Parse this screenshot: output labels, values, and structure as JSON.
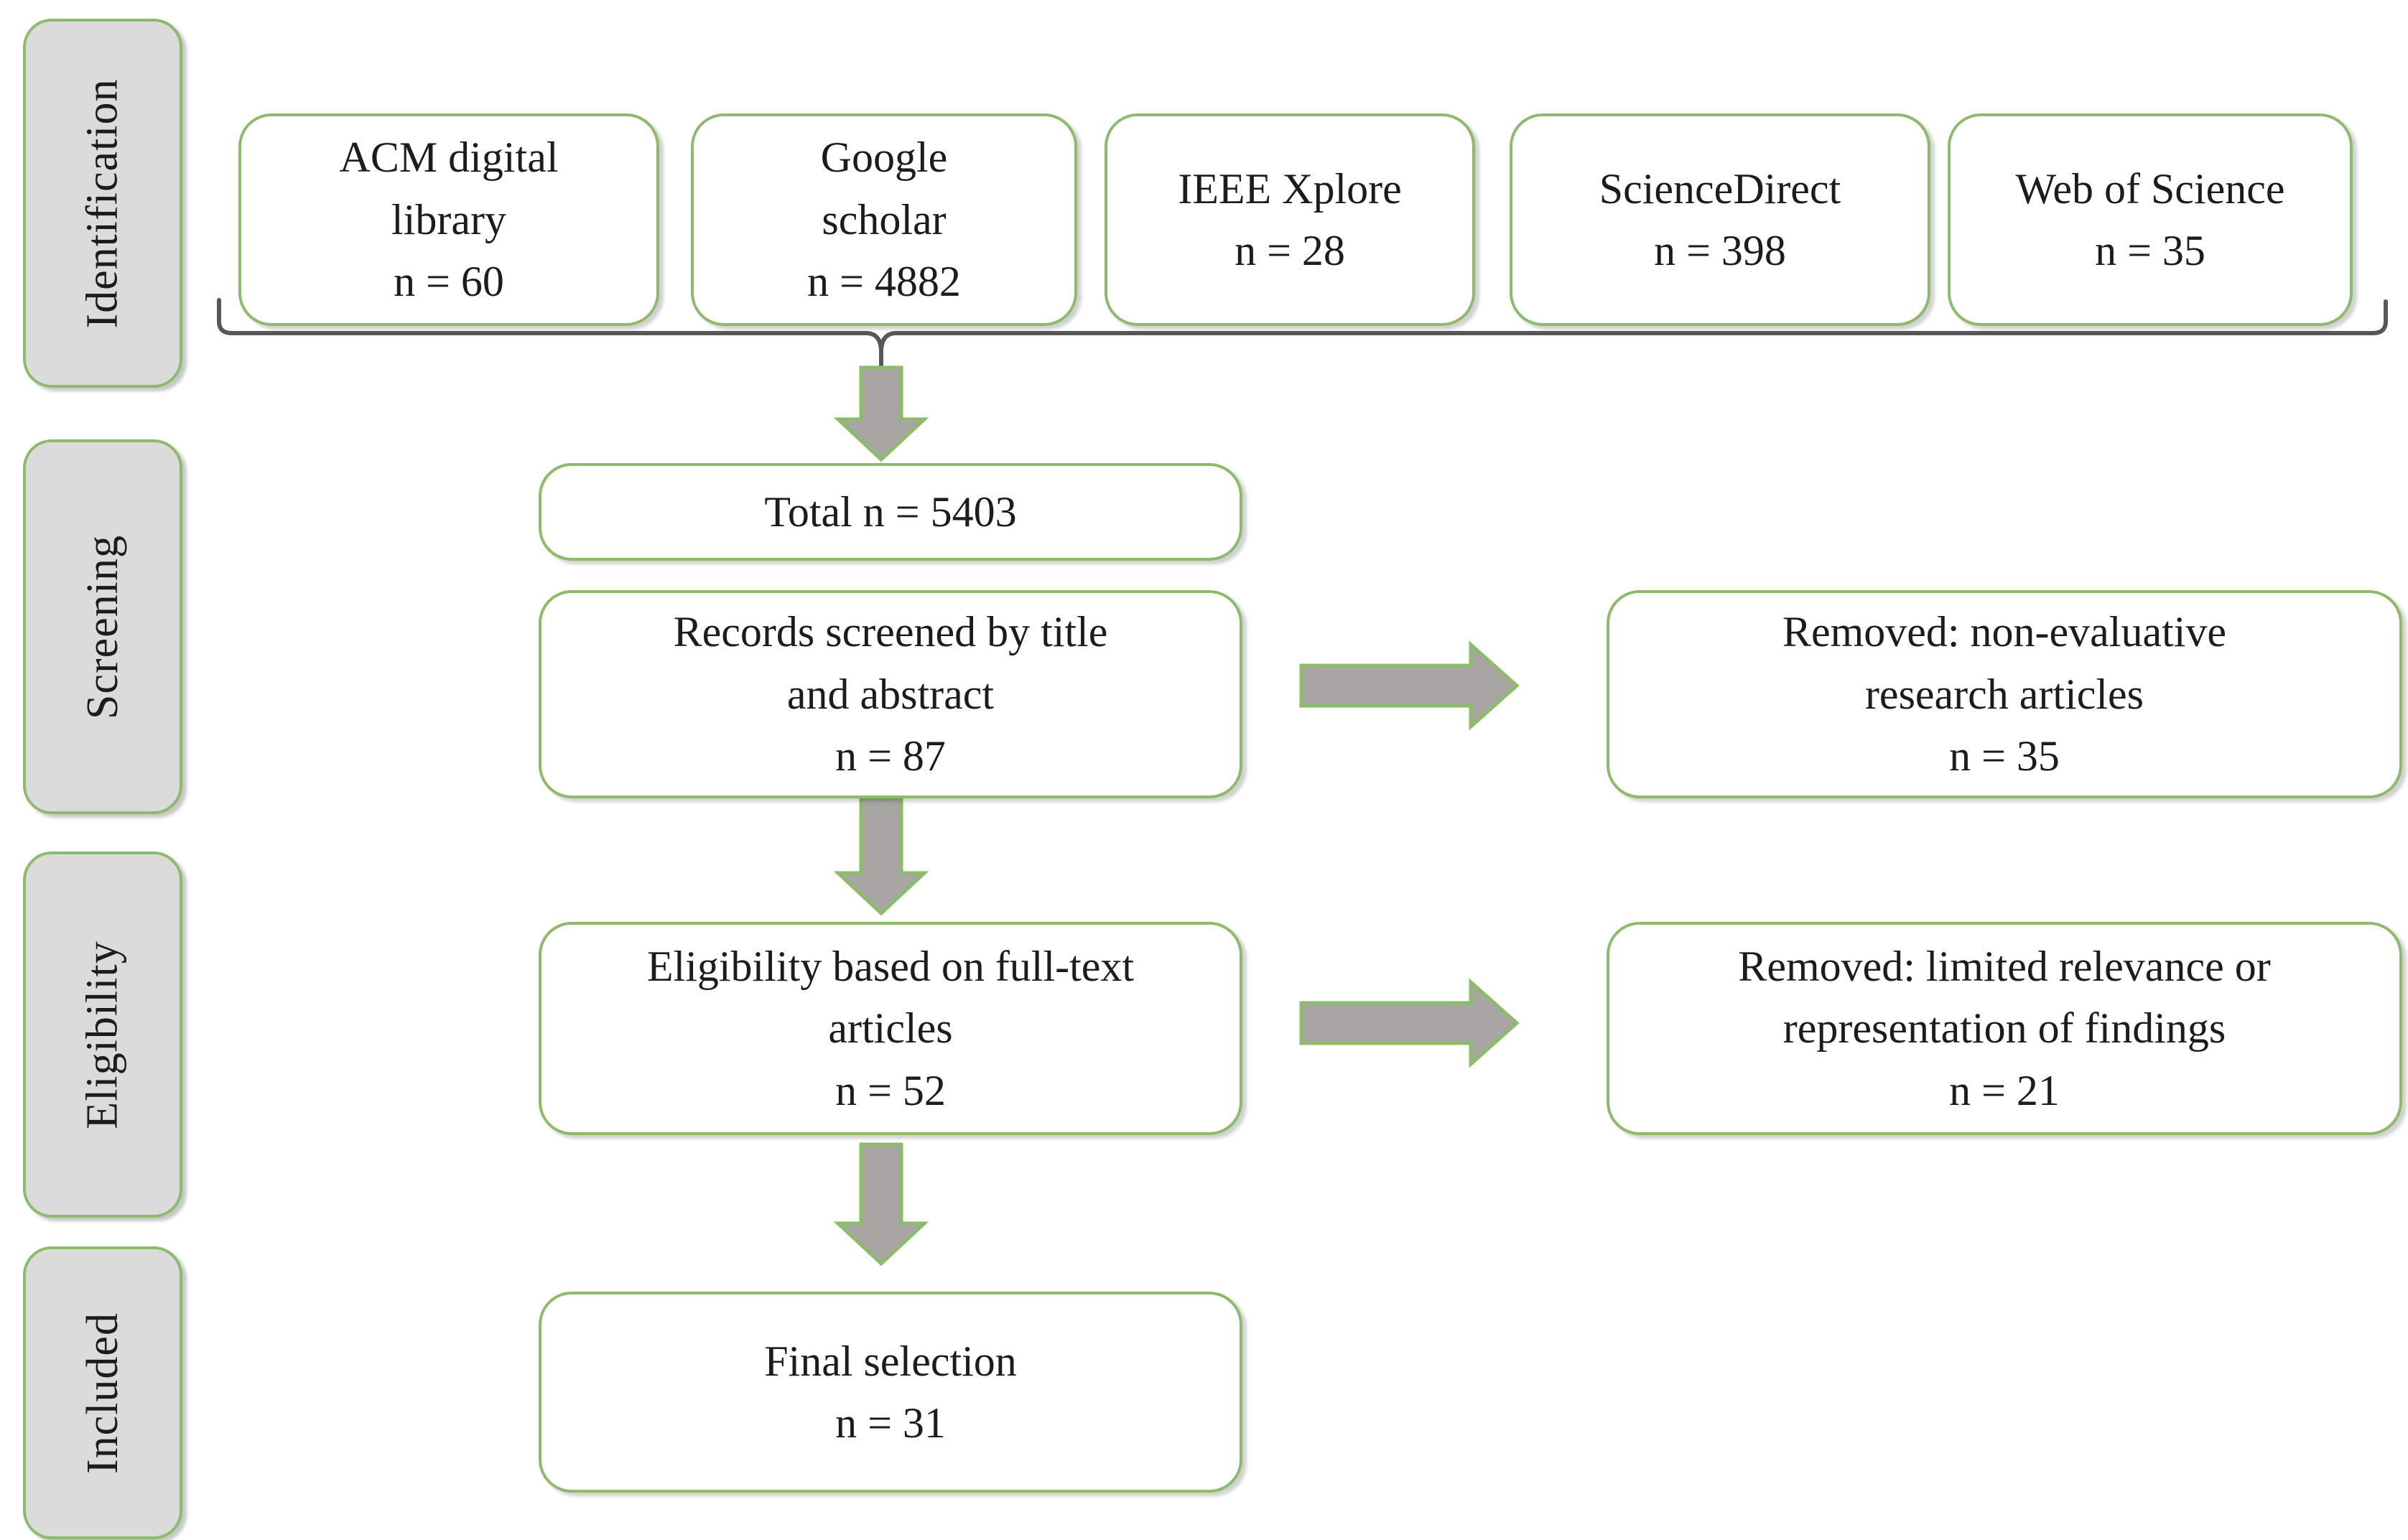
{
  "stages": [
    {
      "label": "Identification"
    },
    {
      "label": "Screening"
    },
    {
      "label": "Eligibility"
    },
    {
      "label": "Included"
    }
  ],
  "sources": [
    {
      "line1": "ACM digital",
      "line2": "library",
      "count": "n = 60"
    },
    {
      "line1": "Google",
      "line2": "scholar",
      "count": "n = 4882"
    },
    {
      "line1": "IEEE Xplore",
      "count": "n = 28"
    },
    {
      "line1": "ScienceDirect",
      "count": "n = 398"
    },
    {
      "line1": "Web of Science",
      "count": "n = 35"
    }
  ],
  "total": {
    "label": "Total n = 5403"
  },
  "screened": {
    "line1": "Records screened by title",
    "line2": "and abstract",
    "count": "n = 87"
  },
  "removed_screening": {
    "line1": "Removed: non-evaluative",
    "line2": "research articles",
    "count": "n = 35"
  },
  "eligible": {
    "line1": "Eligibility based on full-text",
    "line2": "articles",
    "count": "n = 52"
  },
  "removed_eligibility": {
    "line1": "Removed: limited relevance or",
    "line2": "representation of findings",
    "count": "n = 21"
  },
  "final": {
    "line1": "Final selection",
    "count": "n = 31"
  },
  "colors": {
    "box_border_green": "#8CBB6A",
    "stage_fill_gray": "#DBDBDB",
    "arrow_fill_gray": "#A9A5A5",
    "bracket_gray": "#575757",
    "text": "#1C1C1C",
    "box_fill": "#FFFFFF"
  }
}
